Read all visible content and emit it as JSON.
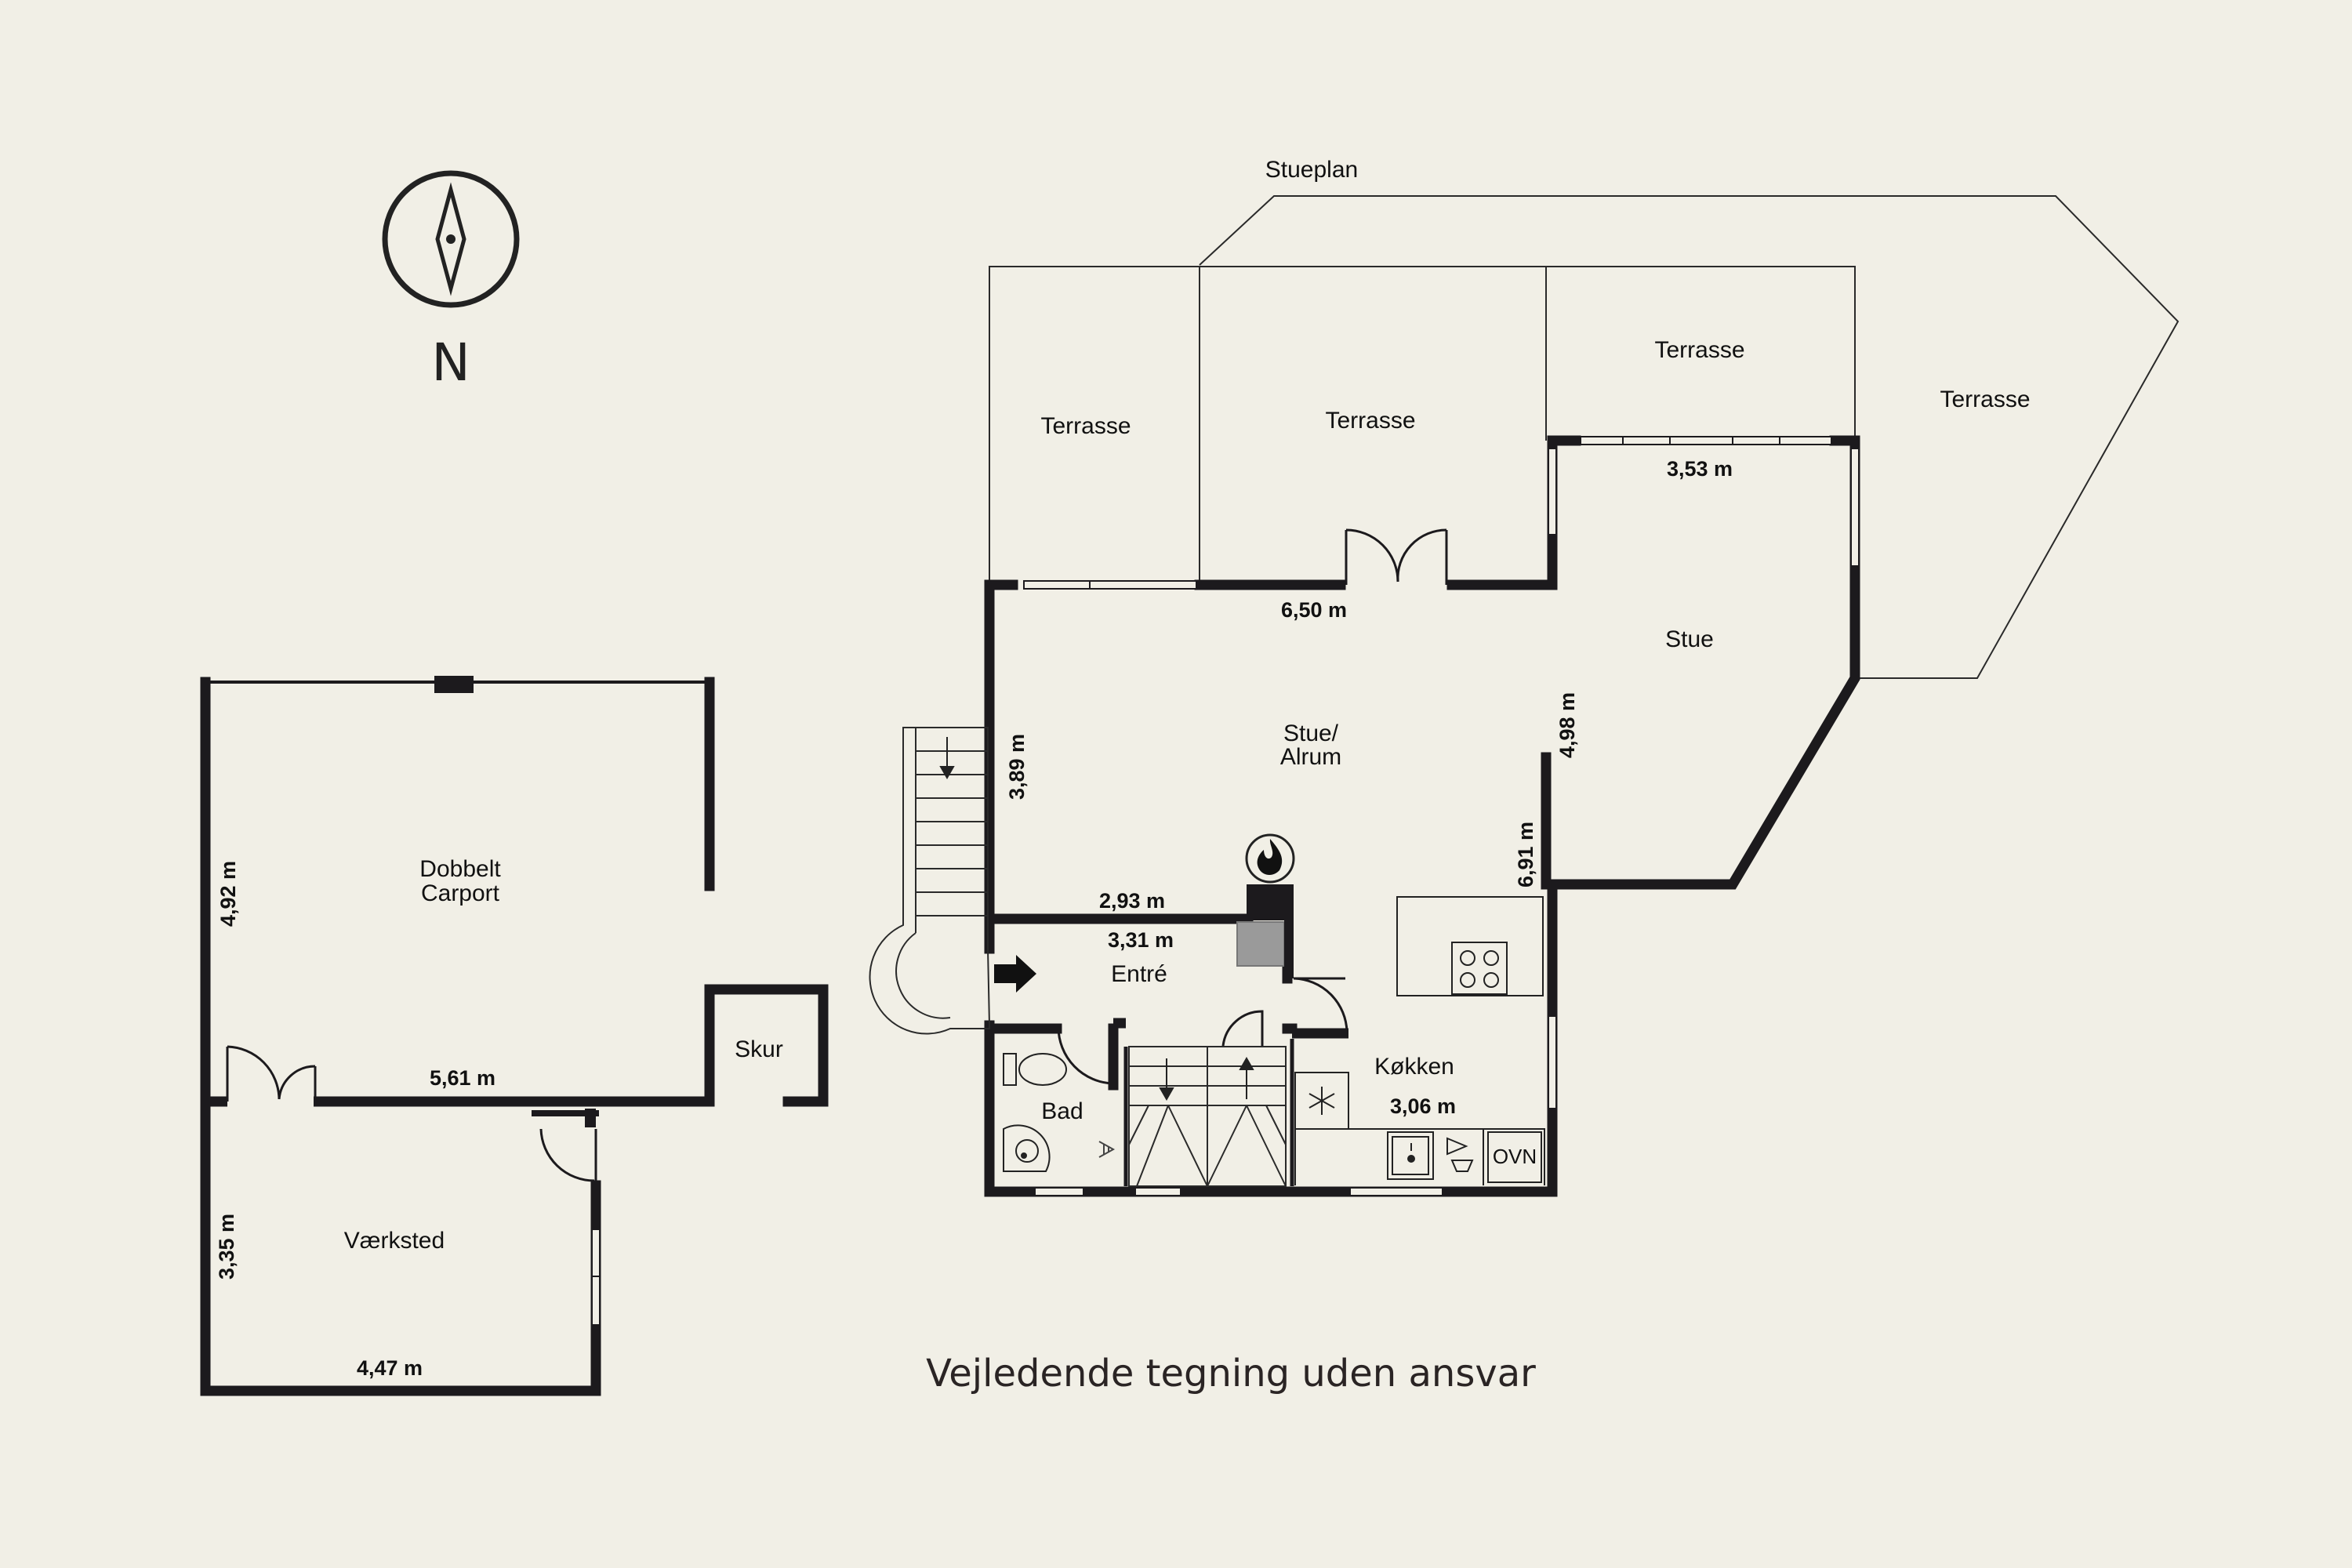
{
  "plan_title": "Stueplan",
  "compass_label": "N",
  "disclaimer": "Vejledende tegning uden ansvar",
  "rooms": {
    "terrasse_1": "Terrasse",
    "terrasse_2": "Terrasse",
    "terrasse_3": "Terrasse",
    "terrasse_4": "Terrasse",
    "stue": "Stue",
    "stue_alrum_line1": "Stue/",
    "stue_alrum_line2": "Alrum",
    "entre": "Entré",
    "bad": "Bad",
    "kokken": "Køkken",
    "carport_line1": "Dobbelt",
    "carport_line2": "Carport",
    "skur": "Skur",
    "vaerksted": "Værksted"
  },
  "dimensions": {
    "stue_width": "3,53 m",
    "alrum_width": "6,50 m",
    "stue_depth": "4,98 m",
    "alrum_depth": "3,89 m",
    "kitchen_depth": "6,91 m",
    "entre_top": "2,93 m",
    "entre_width": "3,31 m",
    "kokken_width": "3,06 m",
    "carport_depth": "4,92 m",
    "carport_width": "5,61 m",
    "vaerksted_depth": "3,35 m",
    "vaerksted_width": "4,47 m"
  },
  "appliances": {
    "oven": "OVN"
  },
  "colors": {
    "background": "#f1efe6",
    "wall": "#1c1a1d",
    "chimney_grey": "#9a9a9a"
  }
}
